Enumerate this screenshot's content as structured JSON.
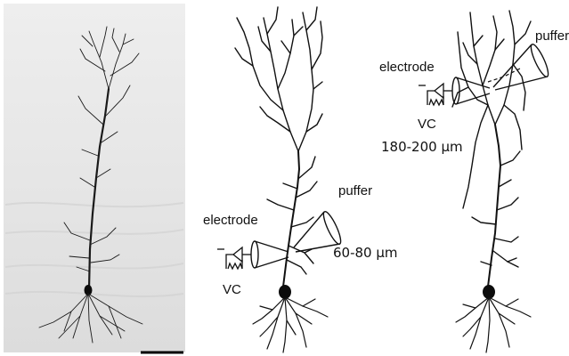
{
  "left_panel": {
    "electrode_label": "electrode",
    "puffer_label": "puffer",
    "clamp_label": "VC",
    "distance_label": "60-80 μm"
  },
  "right_panel": {
    "electrode_label": "electrode",
    "puffer_label": "puffer",
    "clamp_label": "VC",
    "distance_label": "180-200 μm"
  },
  "colors": {
    "ink": "#111111",
    "photo_background": "#e8e8e8",
    "cell_fill": "#0c0c0c"
  }
}
